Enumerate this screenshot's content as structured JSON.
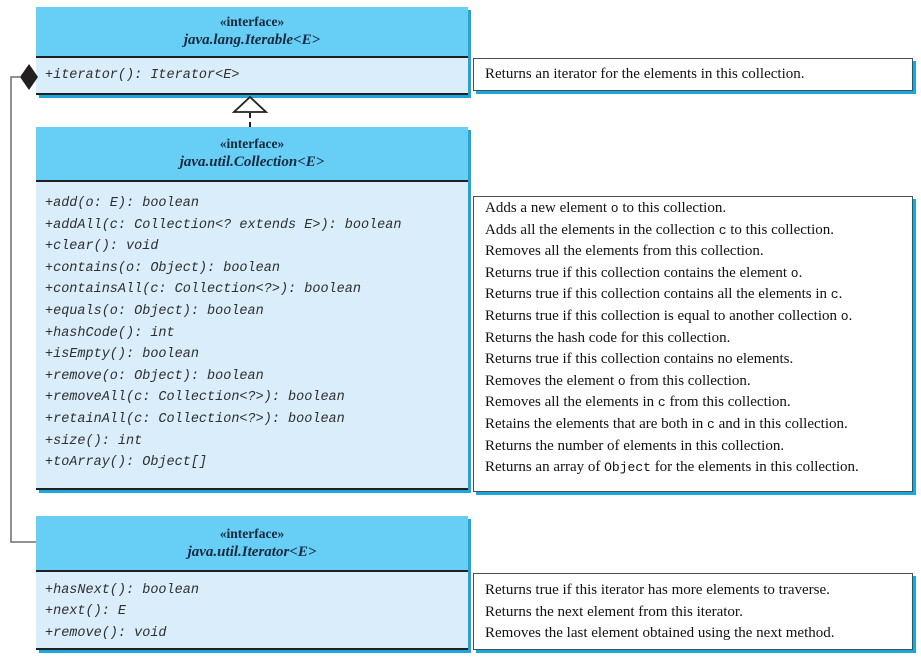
{
  "colors": {
    "header_fill": "#67cef5",
    "body_fill": "#d9edfa",
    "shadow": "#1ba7dc",
    "border": "#4d4d4f"
  },
  "interfaces": [
    {
      "stereotype": "«interface»",
      "name": "java.lang.Iterable<E>",
      "methods": [
        "+iterator(): Iterator<E>"
      ],
      "comments": [
        [
          "Returns an iterator for the elements in this collection."
        ]
      ]
    },
    {
      "stereotype": "«interface»",
      "name": "java.util.Collection<E>",
      "methods": [
        "+add(o: E): boolean",
        "+addAll(c: Collection<? extends E>): boolean",
        "+clear(): void",
        "+contains(o: Object): boolean",
        "+containsAll(c: Collection<?>): boolean",
        "+equals(o: Object): boolean",
        "+hashCode(): int",
        "+isEmpty(): boolean",
        "+remove(o: Object): boolean",
        "+removeAll(c: Collection<?>): boolean",
        "+retainAll(c: Collection<?>): boolean",
        "+size(): int",
        "+toArray(): Object[]"
      ],
      "comments": [
        [
          "Adds a new element ",
          {
            "code": "o"
          },
          " to this collection."
        ],
        [
          "Adds all the elements in the collection ",
          {
            "code": "c"
          },
          " to this collection."
        ],
        [
          "Removes all the elements from this collection."
        ],
        [
          "Returns true if this collection contains the element ",
          {
            "code": "o"
          },
          "."
        ],
        [
          "Returns true if this collection contains all the elements in ",
          {
            "code": "c"
          },
          "."
        ],
        [
          "Returns true if this collection is equal to another collection ",
          {
            "code": "o"
          },
          "."
        ],
        [
          "Returns the hash code for this collection."
        ],
        [
          "Returns true if this collection contains no elements."
        ],
        [
          "Removes the element ",
          {
            "code": "o"
          },
          " from this collection."
        ],
        [
          "Removes all the elements in ",
          {
            "code": "c"
          },
          " from this collection."
        ],
        [
          "Retains the elements that are both in ",
          {
            "code": "c"
          },
          " and in this collection."
        ],
        [
          "Returns the number of elements in this collection."
        ],
        [
          "Returns an array of ",
          {
            "code": "Object"
          },
          " for the elements in this collection."
        ]
      ]
    },
    {
      "stereotype": "«interface»",
      "name": "java.util.Iterator<E>",
      "methods": [
        "+hasNext(): boolean",
        "+next(): E",
        "+remove(): void"
      ],
      "comments": [
        [
          "Returns true if this iterator has more elements to traverse."
        ],
        [
          "Returns the next element from this iterator."
        ],
        [
          "Removes the last element obtained using the next method."
        ]
      ]
    }
  ],
  "relations": [
    {
      "type": "realization",
      "from": "java.util.Collection<E>",
      "to": "java.lang.Iterable<E>"
    },
    {
      "type": "composition",
      "from": "java.lang.Iterable<E>",
      "to": "java.util.Iterator<E>"
    }
  ]
}
